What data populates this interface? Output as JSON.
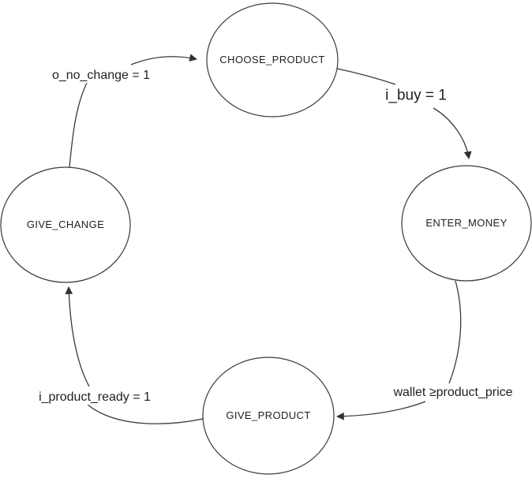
{
  "diagram": {
    "type": "state-machine",
    "background_color": "#ffffff",
    "line_color": "#3a3a3a",
    "text_color": "#1f1f1f",
    "states": [
      {
        "id": "choose-product",
        "label": "CHOOSE_PRODUCT",
        "position": "top"
      },
      {
        "id": "enter-money",
        "label": "ENTER_MONEY",
        "position": "right"
      },
      {
        "id": "give-product",
        "label": "GIVE_PRODUCT",
        "position": "bottom"
      },
      {
        "id": "give-change",
        "label": "GIVE_CHANGE",
        "position": "left"
      }
    ],
    "transitions": [
      {
        "from": "GIVE_CHANGE",
        "to": "CHOOSE_PRODUCT",
        "label": "o_no_change = 1"
      },
      {
        "from": "CHOOSE_PRODUCT",
        "to": "ENTER_MONEY",
        "label": "i_buy = 1"
      },
      {
        "from": "ENTER_MONEY",
        "to": "GIVE_PRODUCT",
        "label": "wallet ≥product_price"
      },
      {
        "from": "GIVE_PRODUCT",
        "to": "GIVE_CHANGE",
        "label": "i_product_ready = 1"
      }
    ],
    "icons": [
      {
        "name": "arrowhead-icon",
        "glyph": "filled-triangle"
      }
    ]
  }
}
